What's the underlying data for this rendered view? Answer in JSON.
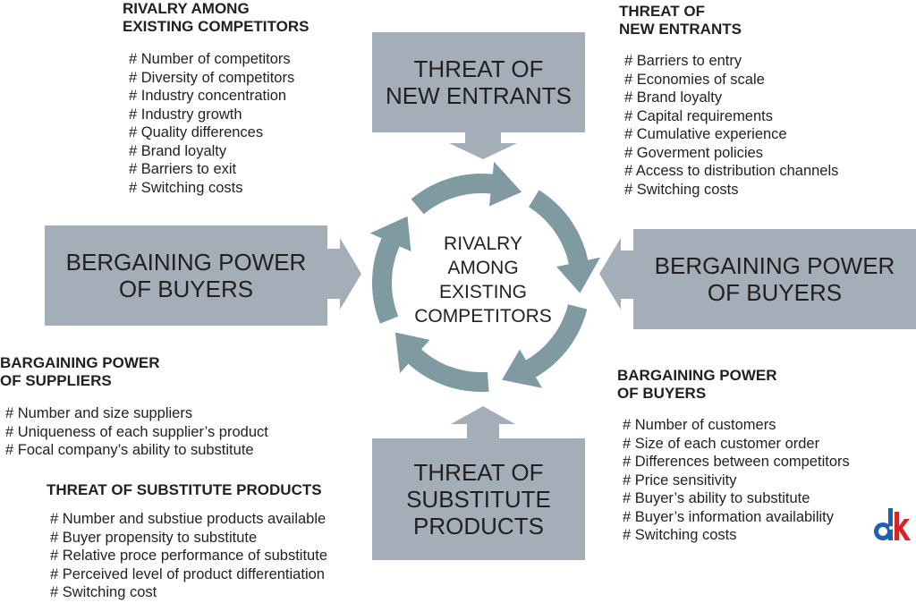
{
  "colors": {
    "box_fill": "#a3aeb8",
    "cycle_arrow": "#7f9ba1",
    "text": "#231f20",
    "logo_blue": "#1e5fb3",
    "logo_red": "#d8232a"
  },
  "center": {
    "label": "RIVALRY\nAMONG\nEXISTING\nCOMPETITORS"
  },
  "boxes": {
    "top": "THREAT OF\nNEW ENTRANTS",
    "left": "BERGAINING POWER\nOF BUYERS",
    "right": "BERGAINING POWER\nOF BUYERS",
    "bottom": "THREAT OF\nSUBSTITUTE\nPRODUCTS"
  },
  "rivalry": {
    "heading": "RIVALRY AMONG\nEXISTING COMPETITORS",
    "items": [
      "# Number of competitors",
      "# Diversity of competitors",
      "# Industry concentration",
      "# Industry growth",
      "# Quality differences",
      "# Brand loyalty",
      "# Barriers to exit",
      "# Switching costs"
    ]
  },
  "new_entrants": {
    "heading": "THREAT OF\nNEW ENTRANTS",
    "items": [
      "# Barriers to entry",
      "# Economies of scale",
      "# Brand loyalty",
      "# Capital requirements",
      "# Cumulative experience",
      "# Goverment policies",
      "# Access to distribution channels",
      "# Switching costs"
    ]
  },
  "suppliers": {
    "heading": "BARGAINING POWER\nOF SUPPLIERS",
    "items": [
      "# Number and size suppliers",
      "# Uniqueness of each supplier’s product",
      "# Focal company’s ability to substitute"
    ]
  },
  "substitutes": {
    "heading": "THREAT OF SUBSTITUTE PRODUCTS",
    "items": [
      "# Number and substiue products available",
      "# Buyer propensity to substitute",
      "# Relative proce performance of substitute",
      "# Perceived level of product differentiation",
      "# Switching cost"
    ]
  },
  "buyers": {
    "heading": "BARGAINING POWER\nOF BUYERS",
    "items": [
      "# Number of customers",
      "# Size of each customer order",
      "# Differences between competitors",
      "# Price sensitivity",
      "# Buyer’s ability to substitute",
      "# Buyer’s information availability",
      "# Switching costs"
    ]
  },
  "logo": {
    "icon": "dk-logo-icon",
    "text": "dk"
  }
}
